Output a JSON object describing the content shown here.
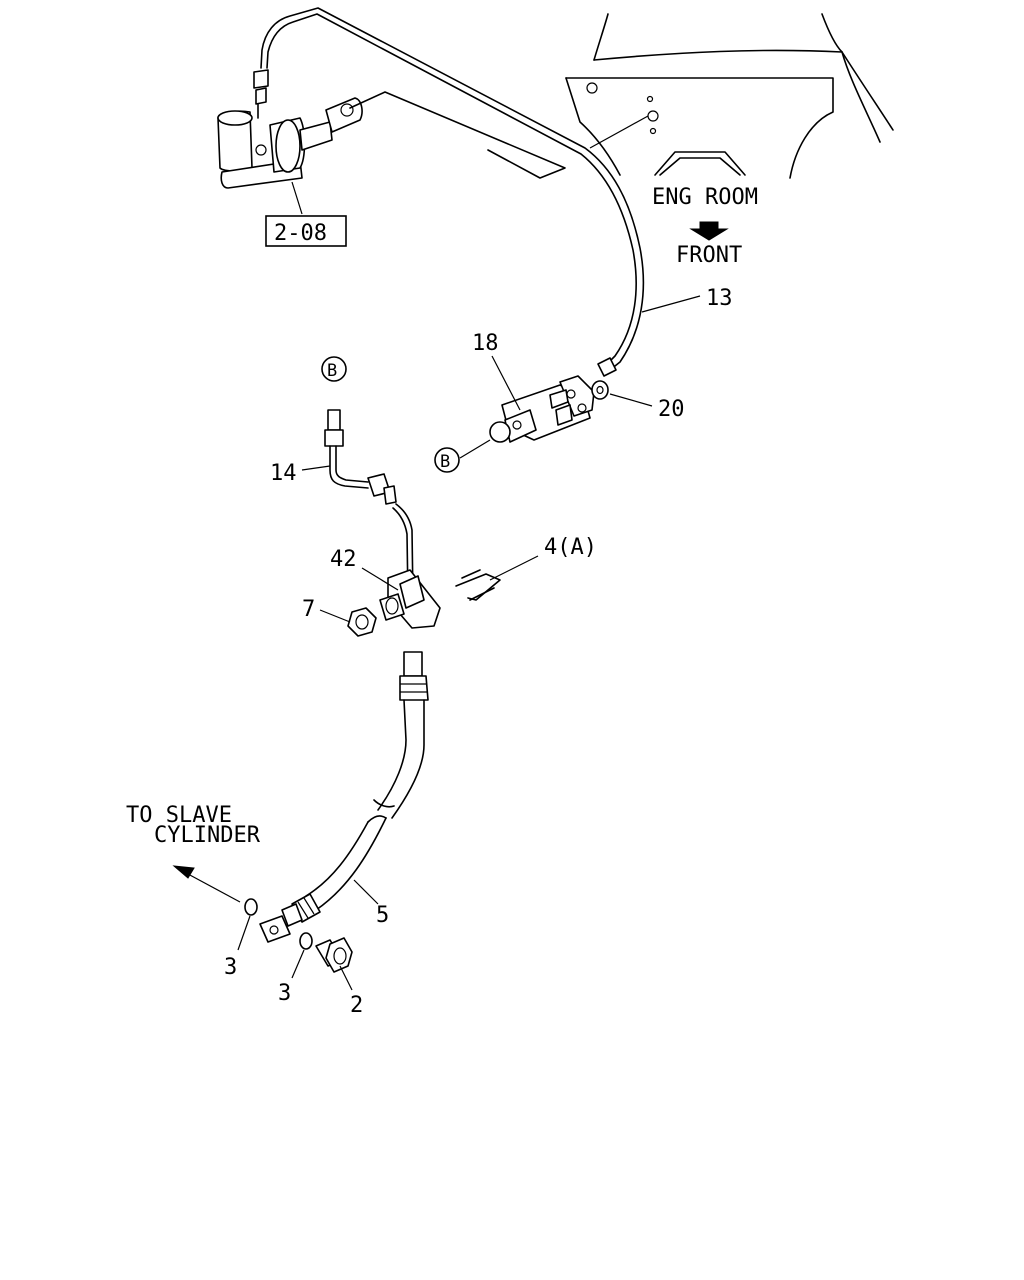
{
  "ref_box": "2-08",
  "callouts": {
    "p13": "13",
    "p18": "18",
    "p20": "20",
    "pB_top": "B",
    "pB_side": "B",
    "p14": "14",
    "p42": "42",
    "p7": "7",
    "p4": "4(A)",
    "p5": "5",
    "p3a": "3",
    "p3b": "3",
    "p2": "2"
  },
  "notes": {
    "eng_room": "ENG ROOM",
    "front": "FRONT",
    "to_slave_line1": "TO SLAVE",
    "to_slave_line2": "CYLINDER"
  },
  "colors": {
    "ink": "#000000",
    "background": "#ffffff"
  }
}
